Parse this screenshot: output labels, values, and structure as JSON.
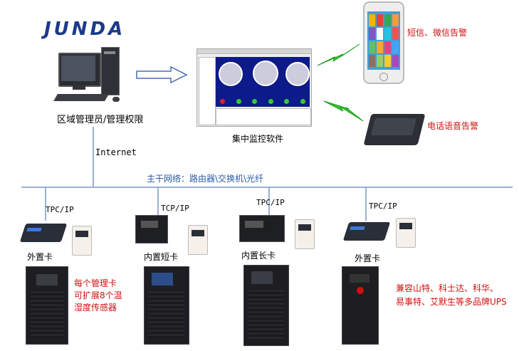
{
  "logo": {
    "text": "JUNDA",
    "color": "#1a3a8a"
  },
  "admin": {
    "label": "区域管理员/管理权限"
  },
  "software": {
    "label": "集中监控软件"
  },
  "alerts": {
    "sms_wechat": "短信、微信告警",
    "phone_voice": "电话语音告警"
  },
  "network": {
    "internet": "Internet",
    "backbone": "主干网络：路由器\\交换机\\光纤"
  },
  "nodes": [
    {
      "protocol": "TPC/IP",
      "card": "外置卡"
    },
    {
      "protocol": "TCP/IP",
      "card": "内置短卡"
    },
    {
      "protocol": "TPC/IP",
      "card": "内置长卡"
    },
    {
      "protocol": "TPC/IP",
      "card": "外置卡"
    }
  ],
  "notes": {
    "sensors": [
      "每个管理卡",
      "可扩展8个温",
      "湿度传感器"
    ],
    "brands": [
      "兼容山特、科士达、科华、",
      "易事特、艾默生等多品牌UPS"
    ]
  },
  "colors": {
    "line": "#5a7fb8",
    "red": "#d01010",
    "green": "#33cc33",
    "ups": "#1e1e22"
  }
}
